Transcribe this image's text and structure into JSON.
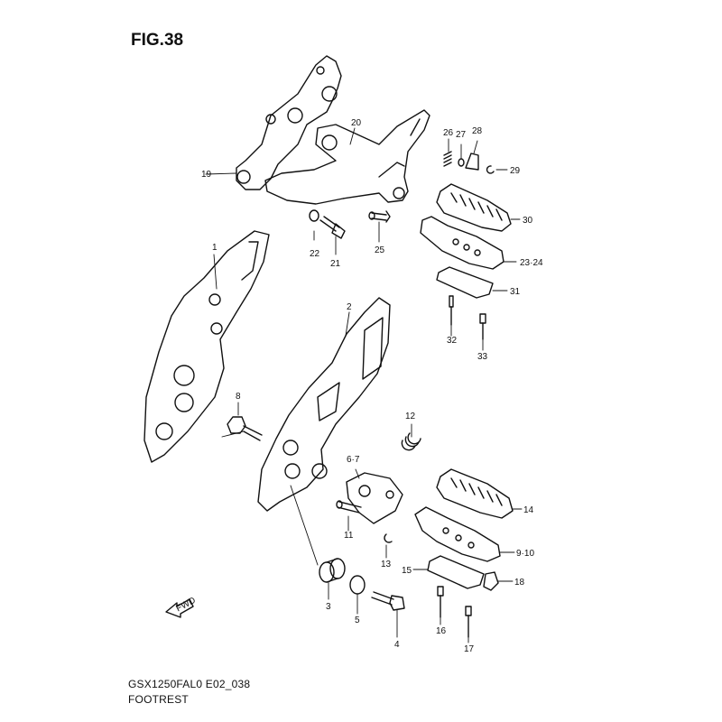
{
  "figure": {
    "title": "FIG.38"
  },
  "caption": {
    "code": "GSX1250FAL0 E02_038",
    "name": "FOOTREST"
  },
  "direction": {
    "label": "FWD"
  },
  "callouts": [
    "1",
    "2",
    "3",
    "4",
    "5",
    "6·7",
    "8",
    "9·10",
    "11",
    "12",
    "13",
    "14",
    "15",
    "16",
    "17",
    "18",
    "19",
    "20",
    "21",
    "22",
    "23·24",
    "25",
    "26",
    "27",
    "28",
    "29",
    "30",
    "31",
    "32",
    "33"
  ]
}
